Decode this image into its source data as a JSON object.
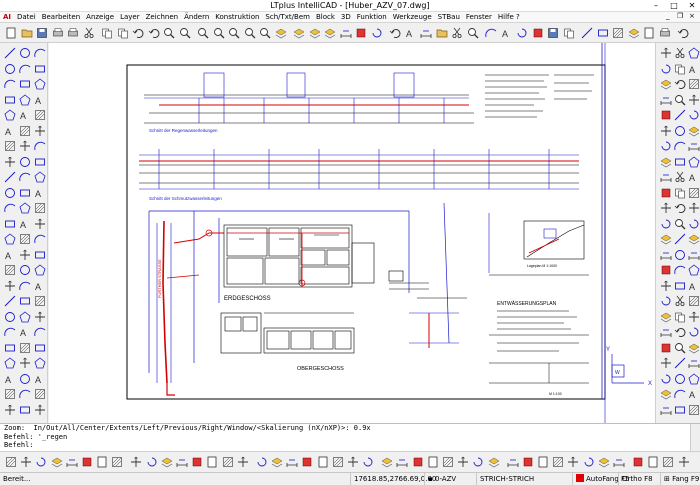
{
  "window": {
    "title": "LTplus IntelliCAD - [Huber_AZV_07.dwg]",
    "controls": {
      "minimize": "–",
      "maximize": "□",
      "close": "✕"
    },
    "doc_controls": {
      "minimize": "_",
      "restore": "❐",
      "close": "×"
    }
  },
  "menu": {
    "logo": "AI",
    "items": [
      "Datei",
      "Bearbeiten",
      "Anzeige",
      "Layer",
      "Zeichnen",
      "Ändern",
      "Konstruktion",
      "Sch/Txt/Bem",
      "Block",
      "3D",
      "Funktion",
      "Werkzeuge",
      "STBau",
      "Fenster",
      "Hilfe ?"
    ]
  },
  "drawing": {
    "sections": {
      "rain": "Schnitt der Regenwasserleitungen",
      "waste": "Schnitt der Schmutzwasserleitungen"
    },
    "labels": {
      "ground_floor": "ERDGESCHOSS",
      "upper_floor": "OBERGESCHOSS",
      "plan_title": "ENTWÄSSERUNGSPLAN",
      "scale": "M 1:100",
      "site_scale": "Lageplan M 1:1000",
      "street": "FURTHER STRASSE",
      "ucs_x": "X",
      "ucs_y": "Y",
      "ucs_w": "W"
    }
  },
  "command": {
    "lines": [
      "Zoom:  In/Out/All/Center/Extents/Left/Previous/Right/Window/<Skalierung (nX/nXP)>: 0.9x",
      "Befehl: '_regen",
      "Befehl:"
    ]
  },
  "status": {
    "ready": "Bereit...",
    "coords": "17618.85,2766.69,0.00",
    "layer": "0-AZV",
    "linetype": "STRICH-STRICH",
    "autofang": "AutoFang F5",
    "ortho": "Ortho F8",
    "fang": "Fang F9"
  },
  "colors": {
    "accent_red": "#e00000",
    "drawing_blue": "#1a1acd",
    "pipe_red": "#d60000"
  }
}
